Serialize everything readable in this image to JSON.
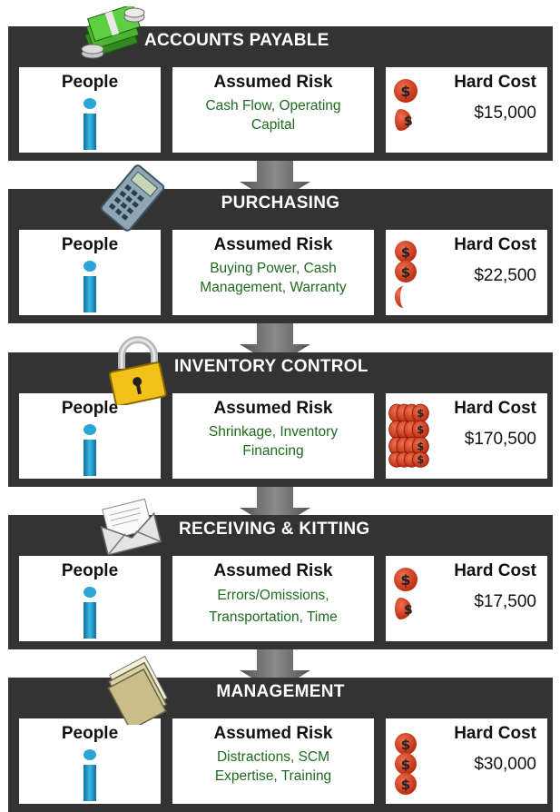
{
  "colors": {
    "panel": "#333333",
    "title_text": "#ffffff",
    "risk_text": "#1e6b1e",
    "person": "#1a8fc0",
    "coin": "#d23a16",
    "arrow": "#666666"
  },
  "sections": [
    {
      "title": "ACCOUNTS PAYABLE",
      "icon": "money-stack-icon",
      "people_label": "People",
      "risk_label": "Assumed Risk",
      "risk_line1": "Cash Flow, Operating",
      "risk_line2": "Capital",
      "cost_label": "Hard Cost",
      "cost_value": "$15,000"
    },
    {
      "title": "PURCHASING",
      "icon": "calculator-icon",
      "people_label": "People",
      "risk_label": "Assumed Risk",
      "risk_line1": "Buying Power, Cash",
      "risk_line2": "Management, Warranty",
      "cost_label": "Hard Cost",
      "cost_value": "$22,500"
    },
    {
      "title": "INVENTORY CONTROL",
      "icon": "padlock-icon",
      "people_label": "People",
      "risk_label": "Assumed Risk",
      "risk_line1": "Shrinkage, Inventory",
      "risk_line2": "Financing",
      "cost_label": "Hard Cost",
      "cost_value": "$170,500"
    },
    {
      "title": "RECEIVING & KITTING",
      "icon": "envelope-icon",
      "people_label": "People",
      "risk_label": "Assumed Risk",
      "risk_line1": "Errors/Omissions,",
      "risk_line2": "Transportation, Time",
      "cost_label": "Hard Cost",
      "cost_value": "$17,500"
    },
    {
      "title": "MANAGEMENT",
      "icon": "folder-icon",
      "people_label": "People",
      "risk_label": "Assumed Risk",
      "risk_line1": "Distractions, SCM",
      "risk_line2": "Expertise, Training",
      "cost_label": "Hard Cost",
      "cost_value": "$30,000"
    }
  ]
}
